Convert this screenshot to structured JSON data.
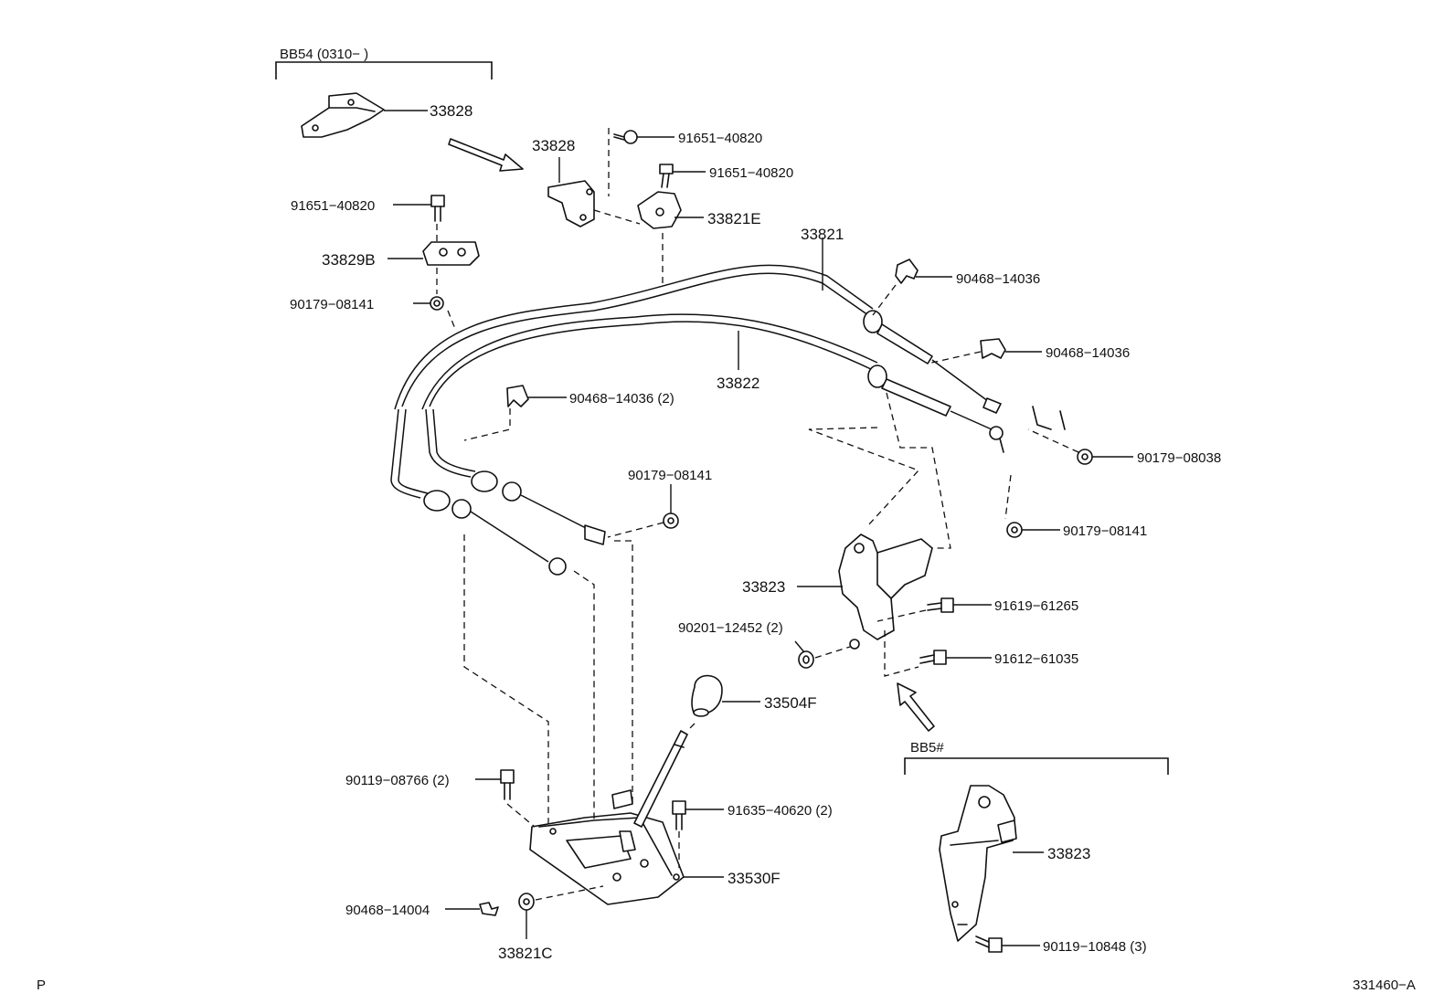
{
  "group_labels": {
    "bb54": "BB54 (0310−       )",
    "bb5": "BB5#"
  },
  "callouts": {
    "p33828_top": "33828",
    "p33828_mid": "33828",
    "p91651_a": "91651−40820",
    "p91651_b": "91651−40820",
    "p91651_c": "91651−40820",
    "p33821E": "33821E",
    "p33829B": "33829B",
    "p90179_08141_a": "90179−08141",
    "p33821": "33821",
    "p90468_14036_a": "90468−14036",
    "p90468_14036_b": "90468−14036",
    "p33822": "33822",
    "p90468_14036_c": "90468−14036 (2)",
    "p90179_08141_b": "90179−08141",
    "p90179_08038": "90179−08038",
    "p90179_08141_c": "90179−08141",
    "p33823_a": "33823",
    "p91619": "91619−61265",
    "p90201": "90201−12452 (2)",
    "p91612": "91612−61035",
    "p33504F": "33504F",
    "p90119_08766": "90119−08766 (2)",
    "p91635": "91635−40620 (2)",
    "p33530F": "33530F",
    "p90468_14004": "90468−14004",
    "p33821C": "33821C",
    "p33823_b": "33823",
    "p90119_10848": "90119−10848 (3)"
  },
  "corner": {
    "left": "P",
    "right": "331460−A"
  }
}
